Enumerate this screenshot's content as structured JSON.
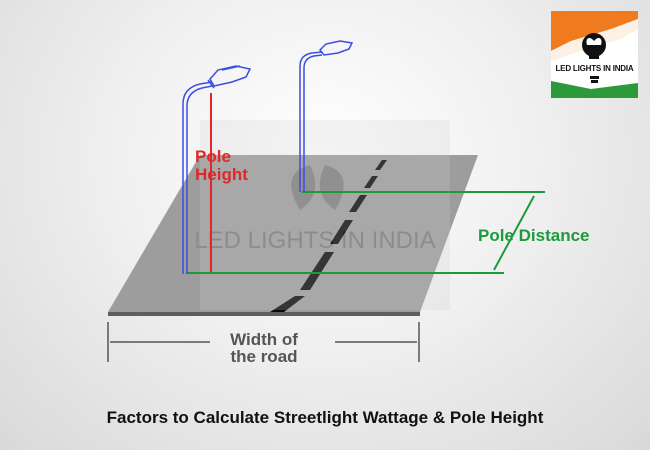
{
  "labels": {
    "pole_height_line1": "Pole",
    "pole_height_line2": "Height",
    "pole_distance": "Pole Distance",
    "road_width_line1": "Width of",
    "road_width_line2": "the road",
    "watermark": "LED LIGHTS IN INDIA"
  },
  "caption": "Factors to Calculate Streetlight Wattage & Pole Height",
  "logo": {
    "text": "LED LIGHTS IN INDIA"
  },
  "colors": {
    "pole": "#3a4ee0",
    "pole_height": "#e02828",
    "pole_distance": "#1c9a3c",
    "road": "#9a9a9a",
    "dimension": "#555555"
  }
}
